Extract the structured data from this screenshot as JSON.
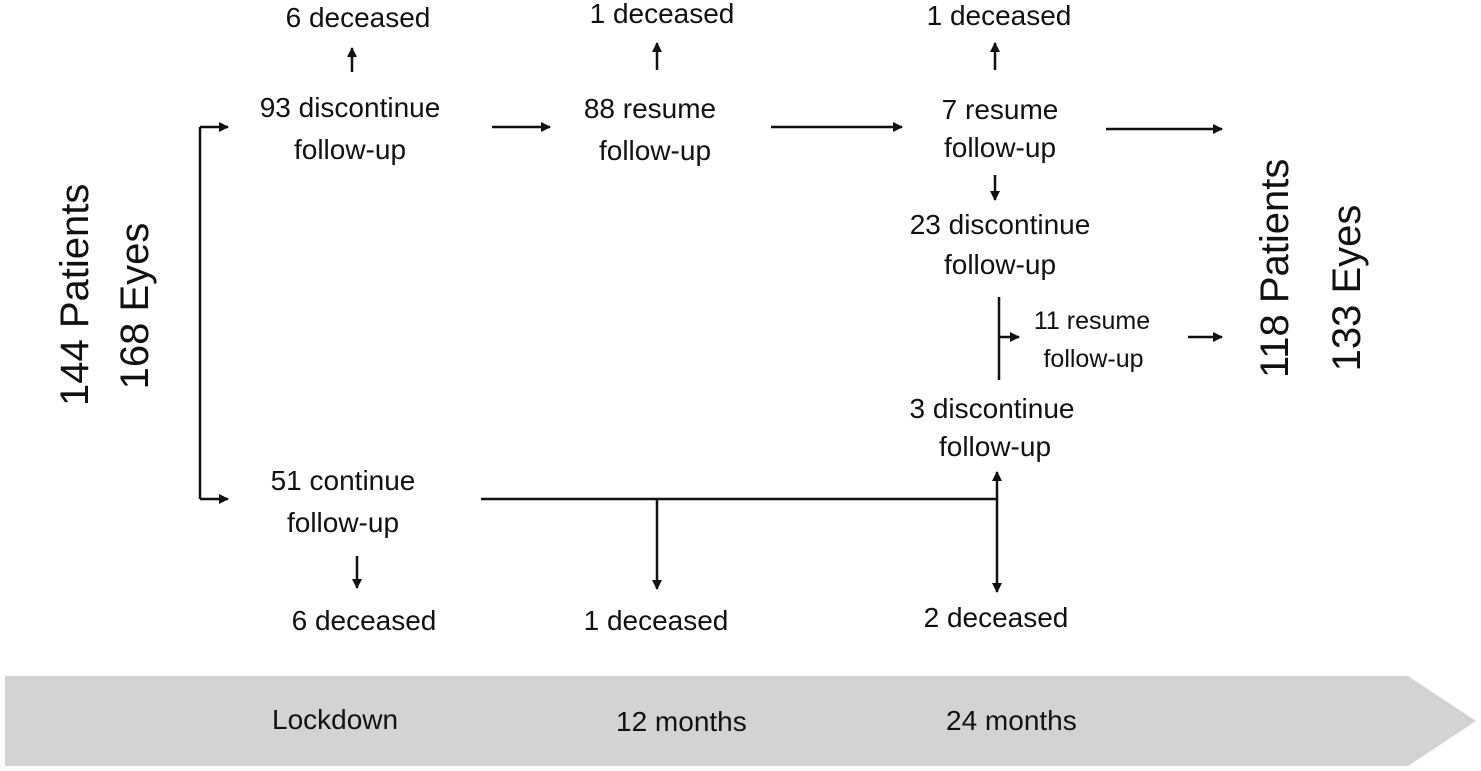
{
  "start": {
    "patients": "144 Patients",
    "eyes": "168 Eyes"
  },
  "end": {
    "patients": "118 Patients",
    "eyes": "133 Eyes"
  },
  "nodes": {
    "discontinue_93": [
      "93 discontinue",
      "follow-up"
    ],
    "resume_88": [
      "88 resume",
      "follow-up"
    ],
    "resume_7": [
      "7 resume",
      "follow-up"
    ],
    "discontinue_23": [
      "23 discontinue",
      "follow-up"
    ],
    "resume_11": [
      "11 resume",
      "follow-up"
    ],
    "discontinue_3": [
      "3 discontinue",
      "follow-up"
    ],
    "continue_51": [
      "51 continue",
      "follow-up"
    ]
  },
  "deceased": {
    "top_lockdown": "6 deceased",
    "top_12": "1 deceased",
    "top_24": "1 deceased",
    "bottom_lockdown": "6 deceased",
    "bottom_12": "1 deceased",
    "bottom_24": "2 deceased"
  },
  "timeline": {
    "lockdown": "Lockdown",
    "m12": "12 months",
    "m24": "24 months",
    "color": "#d3d3d3"
  }
}
